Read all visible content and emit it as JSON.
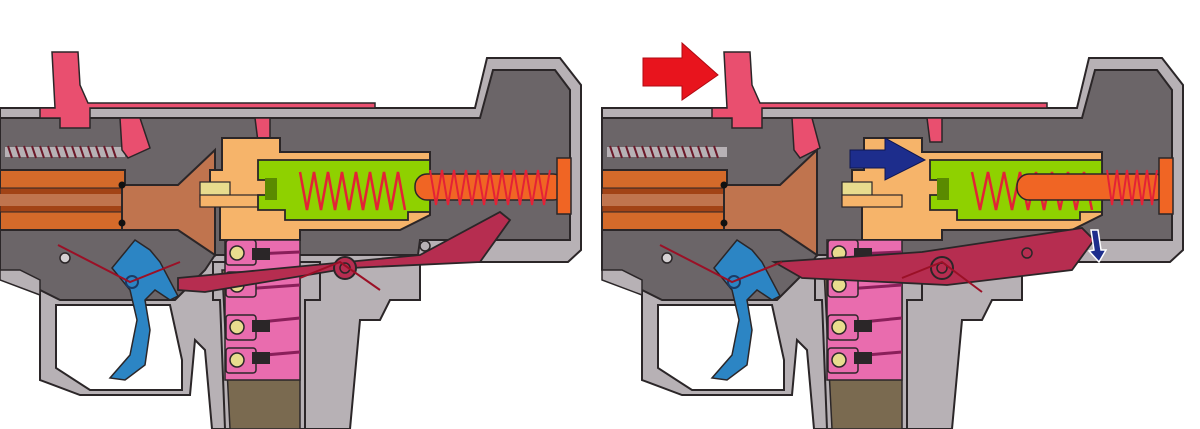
{
  "diagram": {
    "panels": [
      {
        "name": "panel-left",
        "state": "closed"
      },
      {
        "name": "panel-right",
        "state": "charging"
      }
    ],
    "colors": {
      "frame": "#b7b1b5",
      "frame_inner": "#6b6568",
      "outline": "#2b2628",
      "charging_handle": "#e94f6f",
      "bolt": "#f6b46a",
      "bolt_face": "#8fd100",
      "bolt_face_dark": "#5a8a00",
      "spring_coil": "#e32236",
      "guide_rod": "#f06524",
      "barrel": "#d46a2a",
      "barrel_dark": "#a24316",
      "chamber": "#c0744e",
      "sear_lever": "#b62d50",
      "trigger": "#2c85c4",
      "magazine": "#7a6a50",
      "cartridge_spring": "#e96cae",
      "cartridge_base": "#e8dc8e",
      "arrow_red": "#e8141d",
      "arrow_blue": "#1d2d8c"
    },
    "arrows": [
      {
        "name": "red-arrow",
        "direction": "right",
        "panel": "right"
      },
      {
        "name": "blue-arrow",
        "direction": "right",
        "panel": "right"
      },
      {
        "name": "small-blue-arrow",
        "direction": "down",
        "panel": "right"
      }
    ]
  }
}
